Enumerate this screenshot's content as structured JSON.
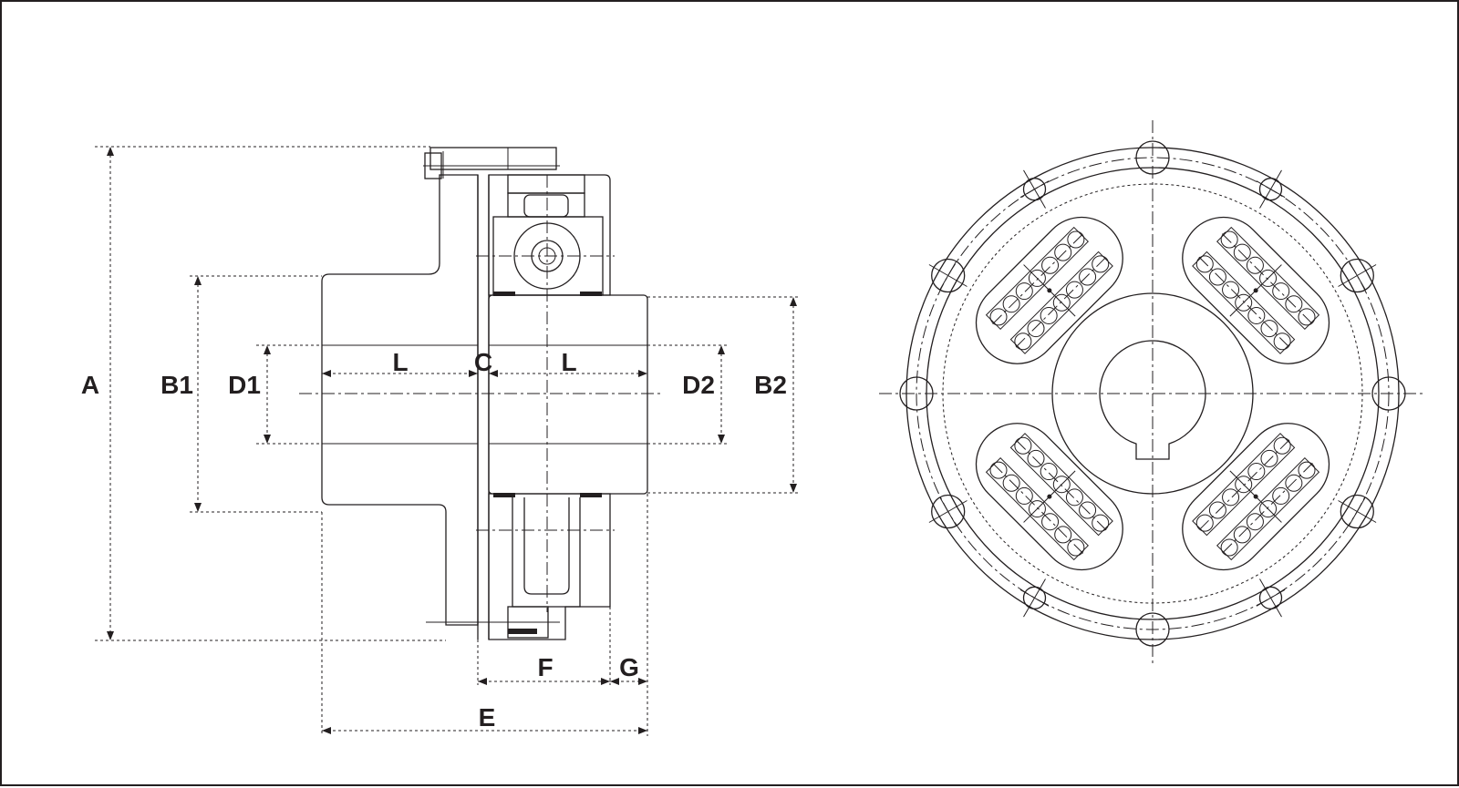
{
  "labels": {
    "A": "A",
    "B1": "B1",
    "D1": "D1",
    "L_left": "L",
    "C": "C",
    "L_right": "L",
    "D2": "D2",
    "B2": "B2",
    "F": "F",
    "G": "G",
    "E": "E"
  },
  "colors": {
    "line": "#231f20",
    "background": "#ffffff"
  }
}
